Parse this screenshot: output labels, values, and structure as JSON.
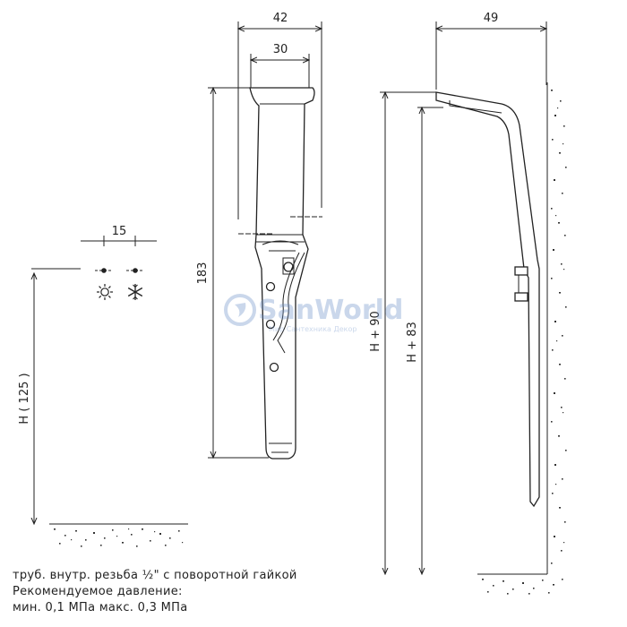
{
  "dimensions": {
    "width_outer": "42",
    "width_inner": "30",
    "depth": "49",
    "valve_spacing": "15",
    "height": "183",
    "install_height": "H ( 125 )",
    "height_top": "H + 90",
    "height_outlet": "H + 83"
  },
  "watermark": {
    "brand": "SanWorld",
    "tagline": "Мир Сантехника Декор"
  },
  "icons": {
    "hot": "sun-icon",
    "cold": "snowflake-icon"
  },
  "notes": [
    "труб. внутр. резьба ½\" с поворотной гайкой",
    "Рекомендуемое давление:",
    "мин. 0,1 МПа макс. 0,3 МПа"
  ]
}
